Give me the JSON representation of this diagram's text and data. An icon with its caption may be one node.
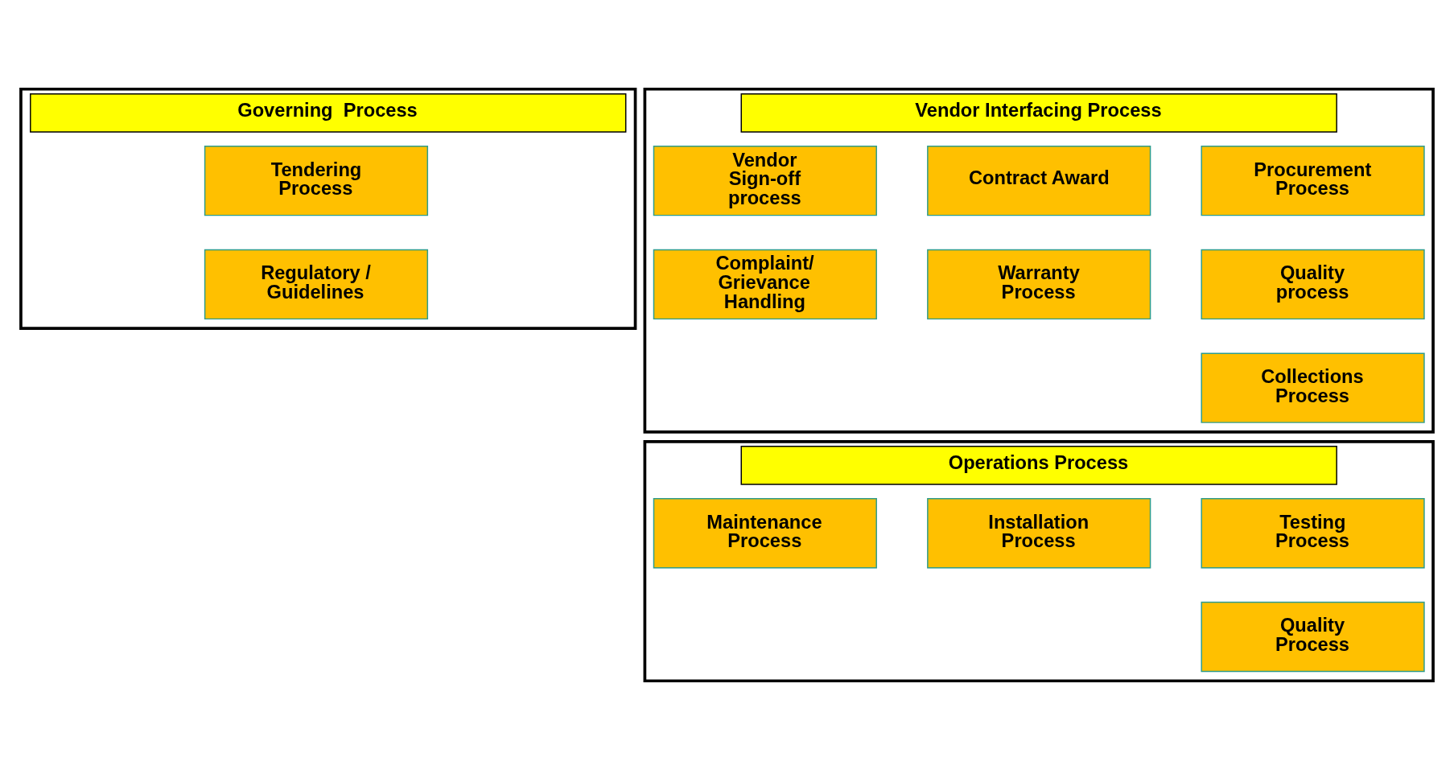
{
  "diagram": {
    "nodes": [
      {
        "text": [
          "Governing  Process"
        ]
      },
      {
        "text": [
          "Tendering Process"
        ],
        "in": 0
      },
      {
        "text": [
          "Regulatory / Guidelines"
        ],
        "in": 0
      },
      {
        "text": [
          "Vendor Interfacing Process"
        ]
      },
      {
        "text": [
          "Procurement Process"
        ],
        "in": 3
      },
      {
        "text": [
          "Contract Award"
        ],
        "in": 3
      },
      {
        "text": [
          "Vendor Sign-off process"
        ],
        "in": 3
      },
      {
        "text": [
          "Quality process"
        ],
        "in": 3
      },
      {
        "text": [
          "Warranty Process"
        ],
        "in": 3
      },
      {
        "text": [
          "Complaint/ Grievance Handling"
        ],
        "in": 3
      },
      {
        "text": [
          "Collections Process"
        ],
        "in": 3
      },
      {
        "text": [
          "Operations Process"
        ]
      },
      {
        "text": [
          "Testing Process"
        ],
        "in": 11
      },
      {
        "text": [
          "Installation Process"
        ],
        "in": 11
      },
      {
        "text": [
          "Maintenance Process"
        ],
        "in": 11
      },
      {
        "text": [
          "Quality Process"
        ],
        "in": 11
      }
    ]
  }
}
